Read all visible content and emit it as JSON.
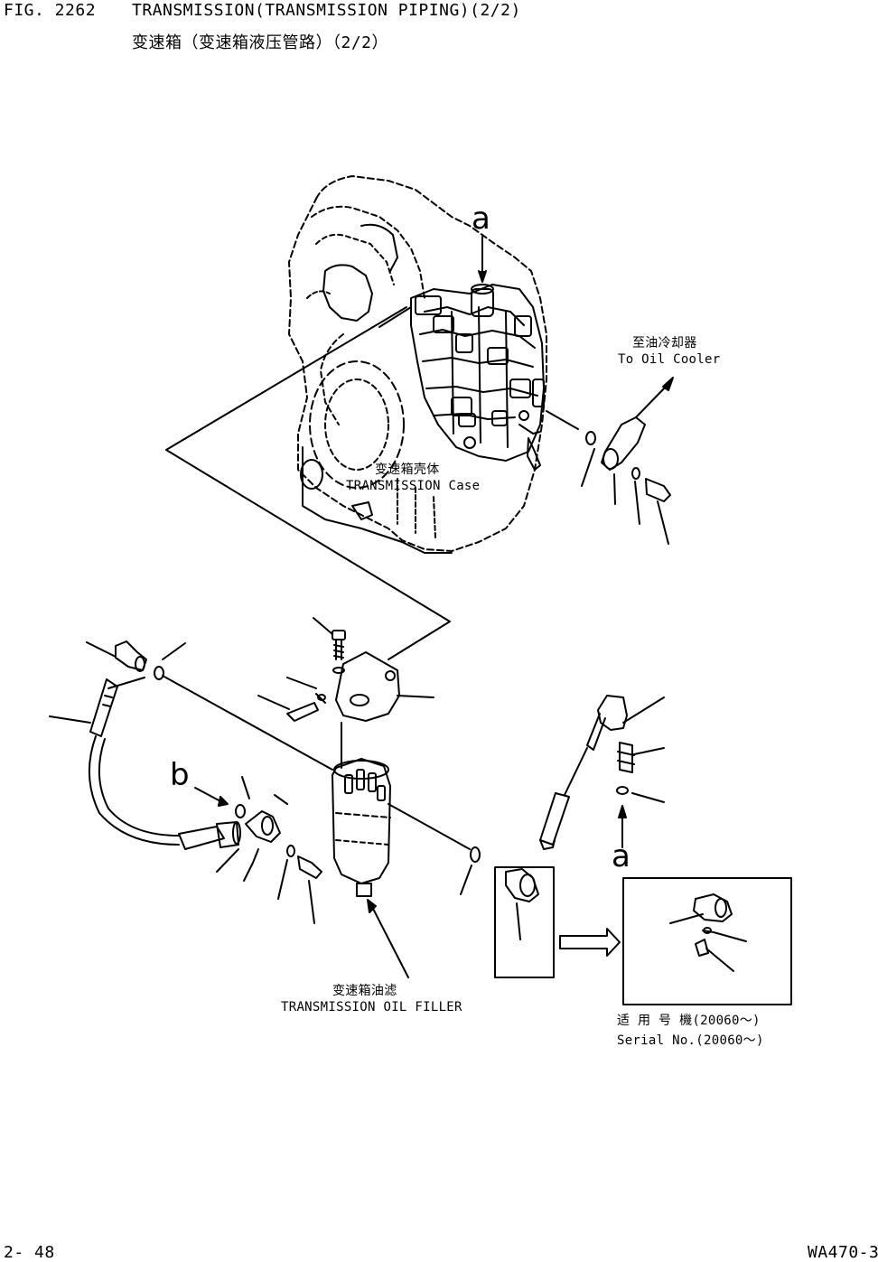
{
  "header": {
    "fig_number": "FIG. 2262",
    "title_en": "TRANSMISSION(TRANSMISSION PIPING)(2/2)",
    "title_cn": "变速箱（变速箱液压管路）（2/2）"
  },
  "labels": {
    "oil_cooler_cn": "至油冷却器",
    "oil_cooler_en": "To Oil Cooler",
    "case_cn": "变速箱壳体",
    "case_en": "TRANSMISSION Case",
    "filler_cn": "变速箱油滤",
    "filler_en": "TRANSMISSION OIL FILLER",
    "serial_cn": "适 用 号 機(20060～)",
    "serial_en": "Serial No.(20060～)",
    "ref_a_top": "a",
    "ref_b": "b",
    "ref_a_right": "a"
  },
  "footer": {
    "page_number": "2- 48",
    "model": "WA470-3"
  }
}
